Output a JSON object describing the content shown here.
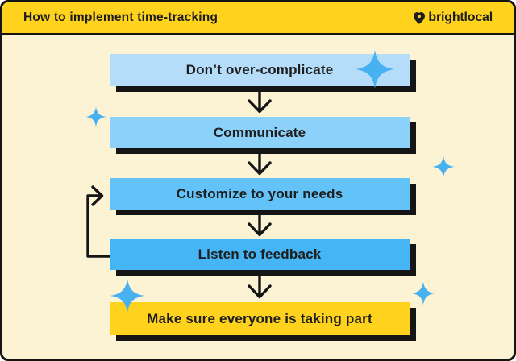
{
  "header": {
    "title": "How to implement time-tracking",
    "brand": "brightlocal"
  },
  "flow": {
    "steps": [
      {
        "label": "Don’t over-complicate",
        "color": "#B5DDF9"
      },
      {
        "label": "Communicate",
        "color": "#8CD1FA"
      },
      {
        "label": "Customize to your needs",
        "color": "#63C3F8"
      },
      {
        "label": "Listen to feedback",
        "color": "#45B5F6"
      },
      {
        "label": "Make sure everyone is taking part",
        "color": "#FFD21E"
      }
    ],
    "loop": {
      "from": "Listen to feedback",
      "to": "Customize to your needs"
    }
  },
  "icons": {
    "sparkle": "4-point-star",
    "brand_mark": "heart-pin",
    "connector": "down-arrow",
    "loop_connector": "loop-back-arrow"
  },
  "colors": {
    "header_bg": "#FFD21E",
    "canvas_bg": "#FBF3D4",
    "ink": "#151515",
    "sparkle": "#47B1F2",
    "shadow": "#151515"
  }
}
